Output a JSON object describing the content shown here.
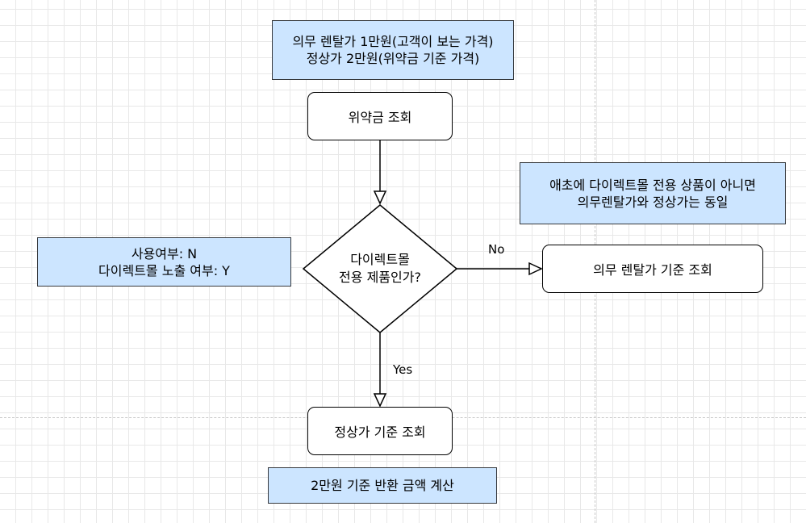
{
  "notes": {
    "price_info": {
      "line1": "의무 렌탈가 1만원(고객이 보는 가격)",
      "line2": "정상가 2만원(위약금 기준 가격)"
    },
    "product_flags": {
      "line1": "사용여부: N",
      "line2": "다이렉트몰 노출 여부: Y"
    },
    "price_equal": {
      "line1": "애초에 다이렉트몰 전용 상품이 아니면",
      "line2": "의무렌탈가와 정상가는 동일"
    },
    "refund_calc": {
      "text": "2만원 기준 반환 금액 계산"
    }
  },
  "nodes": {
    "penalty_lookup": "위약금 조회",
    "decision": {
      "line1": "다이렉트몰",
      "line2": "전용 제품인가?"
    },
    "rental_lookup": "의무 렌탈가 기준 조회",
    "normal_lookup": "정상가 기준 조회"
  },
  "edges": {
    "no_label": "No",
    "yes_label": "Yes"
  },
  "colors": {
    "note_fill": "#cce5ff",
    "note_stroke": "#36393d",
    "node_stroke": "#000000"
  }
}
